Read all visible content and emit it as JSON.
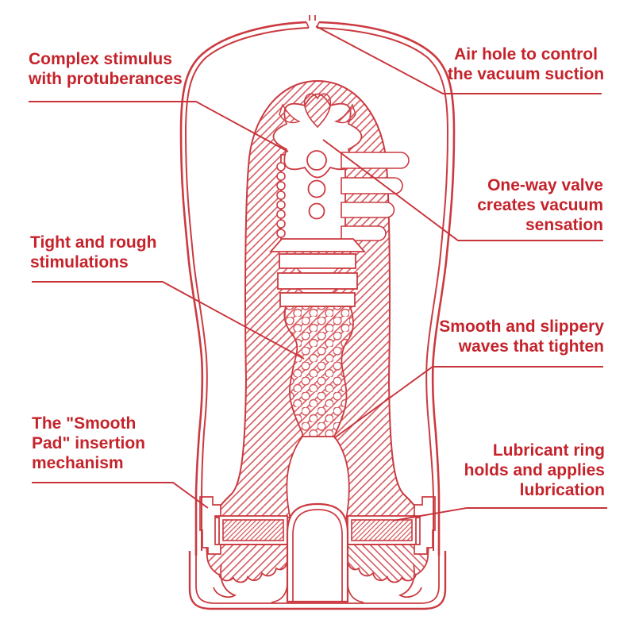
{
  "figure": {
    "type": "technical-cutaway-diagram",
    "colors": {
      "label_text": "#c5232b",
      "outline": "#cb3a40",
      "hatch": "#d65a5f",
      "background": "#ffffff"
    }
  },
  "labels": {
    "complex_stimulus": {
      "text": "Complex stimulus\nwith protuberances"
    },
    "air_hole": {
      "text": "Air hole to control\nthe vacuum suction"
    },
    "one_way_valve": {
      "text": "One-way valve\ncreates vacuum\nsensation"
    },
    "tight_rough": {
      "text": "Tight and rough\nstimulations"
    },
    "smooth_waves": {
      "text": "Smooth and slippery\nwaves that tighten"
    },
    "smooth_pad": {
      "text": "The \"Smooth\nPad\" insertion\nmechanism"
    },
    "lubricant_ring": {
      "text": "Lubricant ring\nholds and applies\nlubrication"
    }
  }
}
